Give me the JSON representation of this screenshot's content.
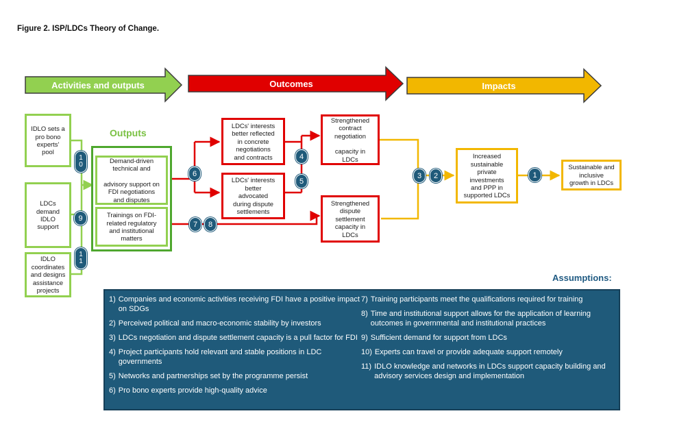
{
  "figure_title": "Figure 2. ISP/LDCs Theory of Change.",
  "header_arrows": {
    "activities": "Activities and outputs",
    "outcomes": "Outcomes",
    "impacts": "Impacts"
  },
  "outputs_label": "Outputs",
  "activities": [
    "IDLO sets a\npro bono\nexperts'\npool",
    "LDCs\ndemand\nIDLO\nsupport",
    "IDLO\ncoordinates\nand designs\nassistance\nprojects"
  ],
  "outputs": [
    "Demand-driven\ntechnical and\n\nadvisory support on\nFDI negotiations\nand disputes",
    "Trainings on FDI-\nrelated regulatory\nand institutional\nmatters"
  ],
  "intermediate_outcomes": [
    "LDCs' interests\nbetter reflected\nin concrete\nnegotiations\nand contracts",
    "LDCs' interests\nbetter\nadvocated\nduring dispute\nsettlements"
  ],
  "final_outcomes": [
    "Strengthened\ncontract\nnegotiation\n\ncapacity in\nLDCs",
    "Strengthened\ndispute\nsettlement\ncapacity in\nLDCs"
  ],
  "impacts": [
    "Increased\nsustainable\nprivate\ninvestments\nand PPP in\nsupported LDCs",
    "Sustainable and\ninclusive\ngrowth in LDCs"
  ],
  "badges": {
    "b10": [
      "1",
      "0"
    ],
    "b9": "9",
    "b11": [
      "1",
      "1"
    ],
    "b6": "6",
    "b7": "7",
    "b8": "8",
    "b4": "4",
    "b5": "5",
    "b3": "3",
    "b2": "2",
    "b1": "1"
  },
  "assumptions_title": "Assumptions:",
  "assumptions_left": [
    {
      "num": "1)",
      "text": "Companies and economic activities  receiving FDI have a positive impact on SDGs"
    },
    {
      "num": "2)",
      "text": "Perceived political and macro-economic stability by investors"
    },
    {
      "num": "3)",
      "text": "LDCs negotiation and dispute settlement capacity is a pull factor for FDI"
    },
    {
      "num": "4)",
      "text": "Project participants hold relevant and stable positions in LDC governments"
    },
    {
      "num": "5)",
      "text": "Networks and partnerships set by the programme persist"
    },
    {
      "num": "6)",
      "text": "Pro bono experts provide high-quality advice"
    }
  ],
  "assumptions_right": [
    {
      "num": "7)",
      "text": "Training participants meet the qualifications required for training"
    },
    {
      "num": "8)",
      "text": "Time and institutional support allows for the application of learning outcomes in governmental and institutional practices"
    },
    {
      "num": "9)",
      "text": "Sufficient demand for support from LDCs"
    },
    {
      "num": "10)",
      "text": "Experts can travel  or provide adequate support remotely"
    },
    {
      "num": "11)",
      "text": "IDLO knowledge and networks in LDCs support capacity building and advisory services design and implementation"
    }
  ],
  "colors": {
    "green": "#92d050",
    "red": "#e00000",
    "yellow": "#f2b700",
    "navy": "#1f5a7a"
  }
}
